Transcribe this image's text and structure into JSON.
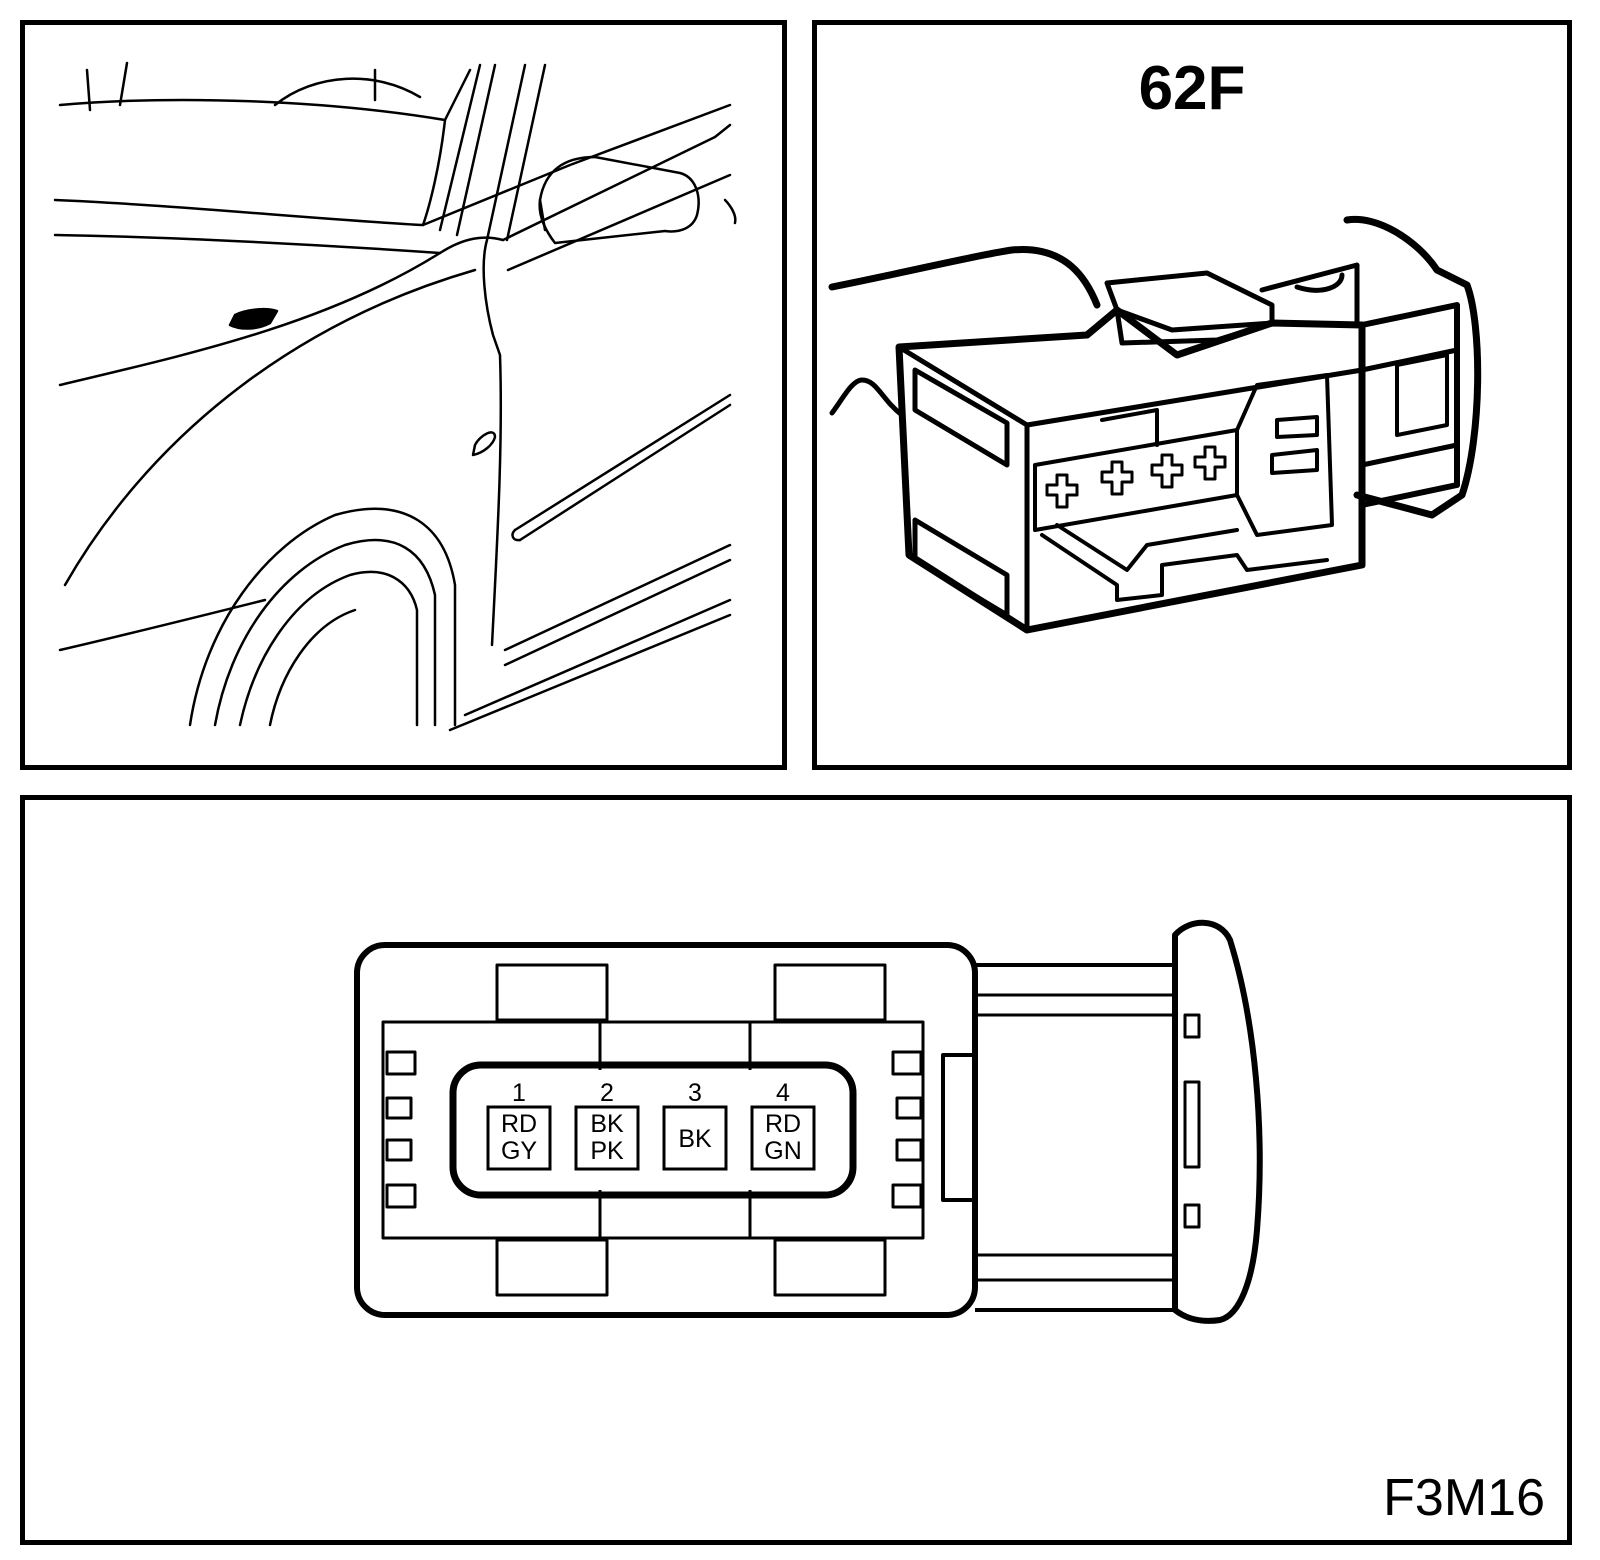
{
  "connector": {
    "id": "62F",
    "diagram_code": "F3M16"
  },
  "pins": [
    {
      "number": "1",
      "colors": [
        "RD",
        "GY"
      ]
    },
    {
      "number": "2",
      "colors": [
        "BK",
        "PK"
      ]
    },
    {
      "number": "3",
      "colors": [
        "BK"
      ]
    },
    {
      "number": "4",
      "colors": [
        "RD",
        "GN"
      ]
    }
  ],
  "colors": {
    "line": "#000000",
    "background": "#ffffff"
  }
}
